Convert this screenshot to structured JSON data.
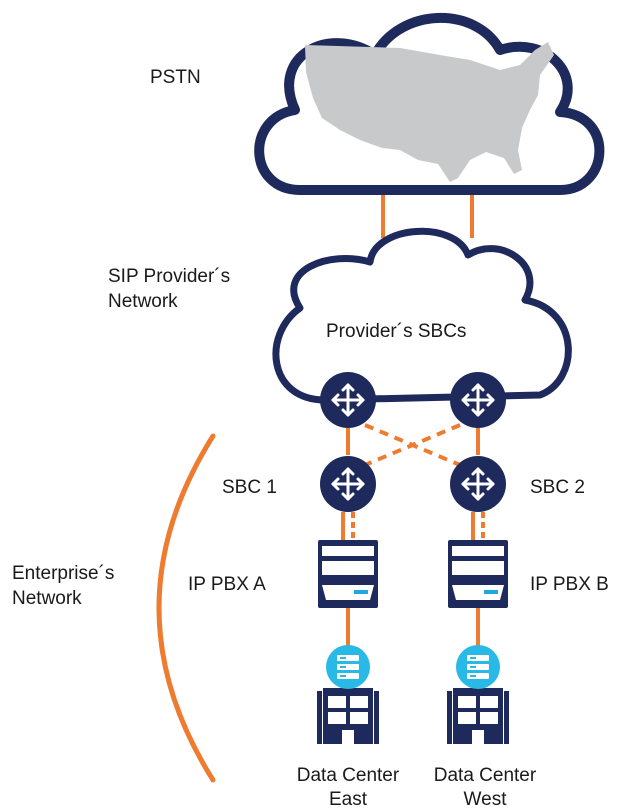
{
  "labels": {
    "pstn": "PSTN",
    "sip_provider_line1": "SIP Provider´s",
    "sip_provider_line2": "Network",
    "provider_sbcs": "Provider´s SBCs",
    "sbc1": "SBC 1",
    "sbc2": "SBC 2",
    "enterprise_line1": "Enterprise´s",
    "enterprise_line2": "Network",
    "ip_pbx_a": "IP PBX A",
    "ip_pbx_b": "IP PBX B",
    "dc_east_line1": "Data Center",
    "dc_east_line2": "East",
    "dc_west_line1": "Data Center",
    "dc_west_line2": "West"
  },
  "colors": {
    "navy": "#1f2a5c",
    "orange": "#ee7b30",
    "cyan": "#29b9e6",
    "map_gray": "#c8c9cb",
    "accent_blue": "#1fa8e0"
  },
  "icons": {
    "pstn_cloud": "cloud-icon",
    "us_map": "us-map-icon",
    "provider_cloud": "cloud-icon",
    "router": "router-icon",
    "server": "server-icon",
    "database": "database-icon",
    "building": "building-icon"
  }
}
